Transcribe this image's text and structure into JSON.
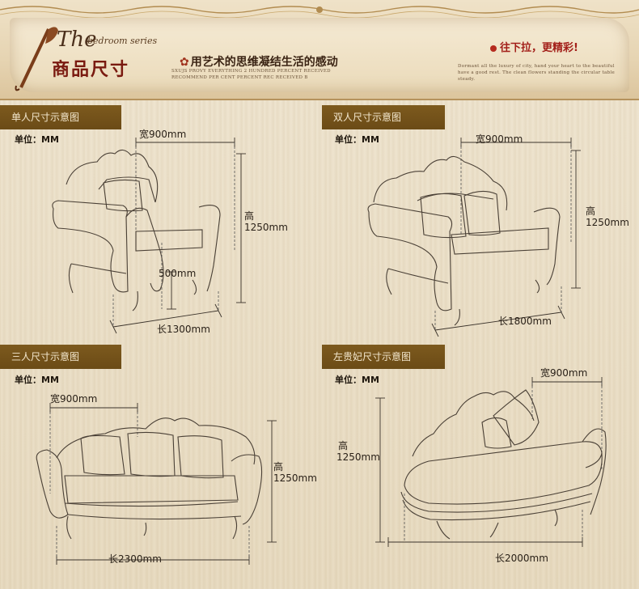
{
  "header": {
    "brand_script": "The",
    "brand_script_small": "bedroom series",
    "title": "商品尺寸",
    "tagline": "用艺术的思维凝结生活的感动",
    "tagline_subtext": "SXUJS PROVY EVERYTHING 2 HUNDRED PERCENT RECEIVED RECOMMEND PER CENT PERCENT REC RECEIVED B",
    "scroll_hint": "往下拉，更精彩!",
    "scroll_hint_subtext": "Dormant all the luxury of city, hand your heart to the beautiful have a good rest. The clean flowers standing the circular table steady."
  },
  "panels": [
    {
      "label": "单人尺寸示意图",
      "unit": "单位：MM",
      "width": "宽900mm",
      "height_label": "高",
      "height": "1250mm",
      "depth": "500mm",
      "length": "长1300mm"
    },
    {
      "label": "双人尺寸示意图",
      "unit": "单位：MM",
      "width": "宽900mm",
      "height_label": "高",
      "height": "1250mm",
      "length": "长1800mm"
    },
    {
      "label": "三人尺寸示意图",
      "unit": "单位：MM",
      "width": "宽900mm",
      "height_label": "高",
      "height": "1250mm",
      "length": "长2300mm"
    },
    {
      "label": "左贵妃尺寸示意图",
      "unit": "单位：MM",
      "width": "宽900mm",
      "height_label": "高",
      "height": "1250mm",
      "length": "长2000mm"
    }
  ],
  "colors": {
    "label_bg": "#6b4b16",
    "title_red": "#7a1a10",
    "line": "#4a4036"
  }
}
